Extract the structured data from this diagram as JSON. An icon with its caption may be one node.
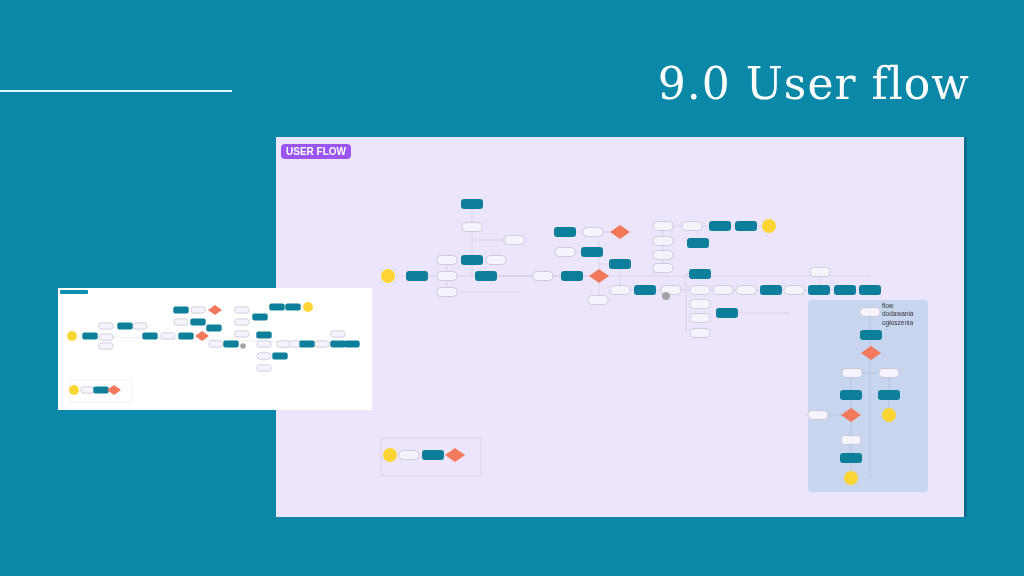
{
  "diagram": {
    "title": "9.0 User flow",
    "nodes": [
      {
        "text": [
          "flow dodawania ogłoszenia"
        ]
      }
    ],
    "labels": [
      "USER FLOW"
    ]
  }
}
